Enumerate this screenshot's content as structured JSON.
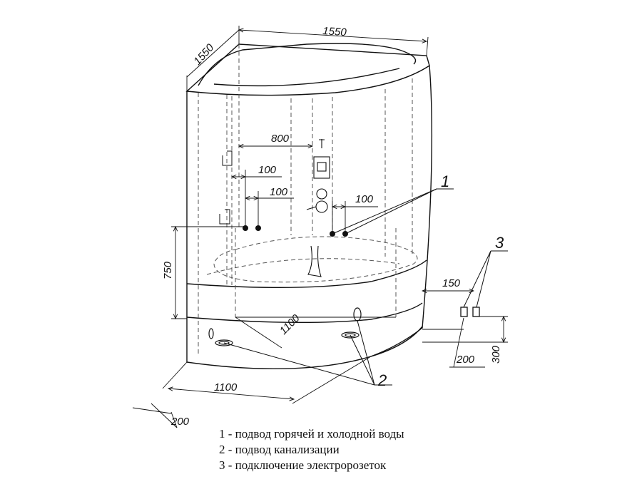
{
  "dimensions": {
    "top_width": "1550",
    "top_depth": "1550",
    "panel_span": "800",
    "offset_left_1": "100",
    "offset_left_2": "100",
    "offset_right": "100",
    "height": "750",
    "socket_offset": "150",
    "floor_depth": "1100",
    "floor_width": "1100",
    "floor_offset": "200",
    "socket_side": "200",
    "socket_height": "300"
  },
  "callouts": {
    "water": "1",
    "drain": "2",
    "electric": "3"
  },
  "legend": [
    "1 - подвод горячей и холодной воды",
    "2 - подвод канализации",
    "3 - подключение электророзеток"
  ],
  "colors": {
    "line": "#111111",
    "hidden": "#555555"
  }
}
